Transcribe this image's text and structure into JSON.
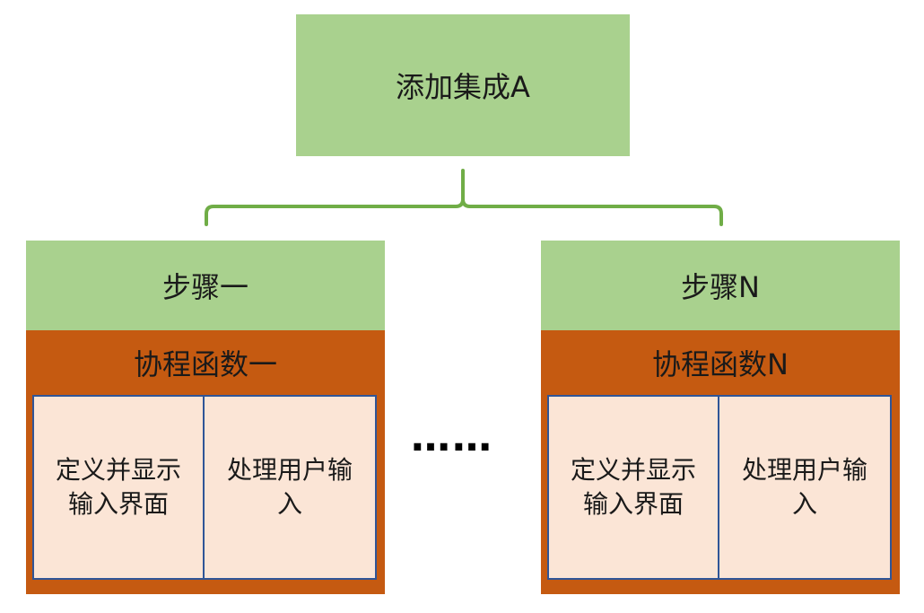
{
  "top": {
    "label": "添加集成A"
  },
  "groups": [
    {
      "step": "步骤一",
      "coroutine": "协程函数一",
      "cells": [
        "定义并显示输入界面",
        "处理用户输入"
      ]
    },
    {
      "step": "步骤N",
      "coroutine": "协程函数N",
      "cells": [
        "定义并显示输入界面",
        "处理用户输入"
      ]
    }
  ],
  "ellipsis": "……",
  "colors": {
    "green": "#a9d18e",
    "bracket": "#70ad47",
    "orange": "#c55a11",
    "cell_fill": "#fbe5d6",
    "cell_border": "#2f5597"
  }
}
